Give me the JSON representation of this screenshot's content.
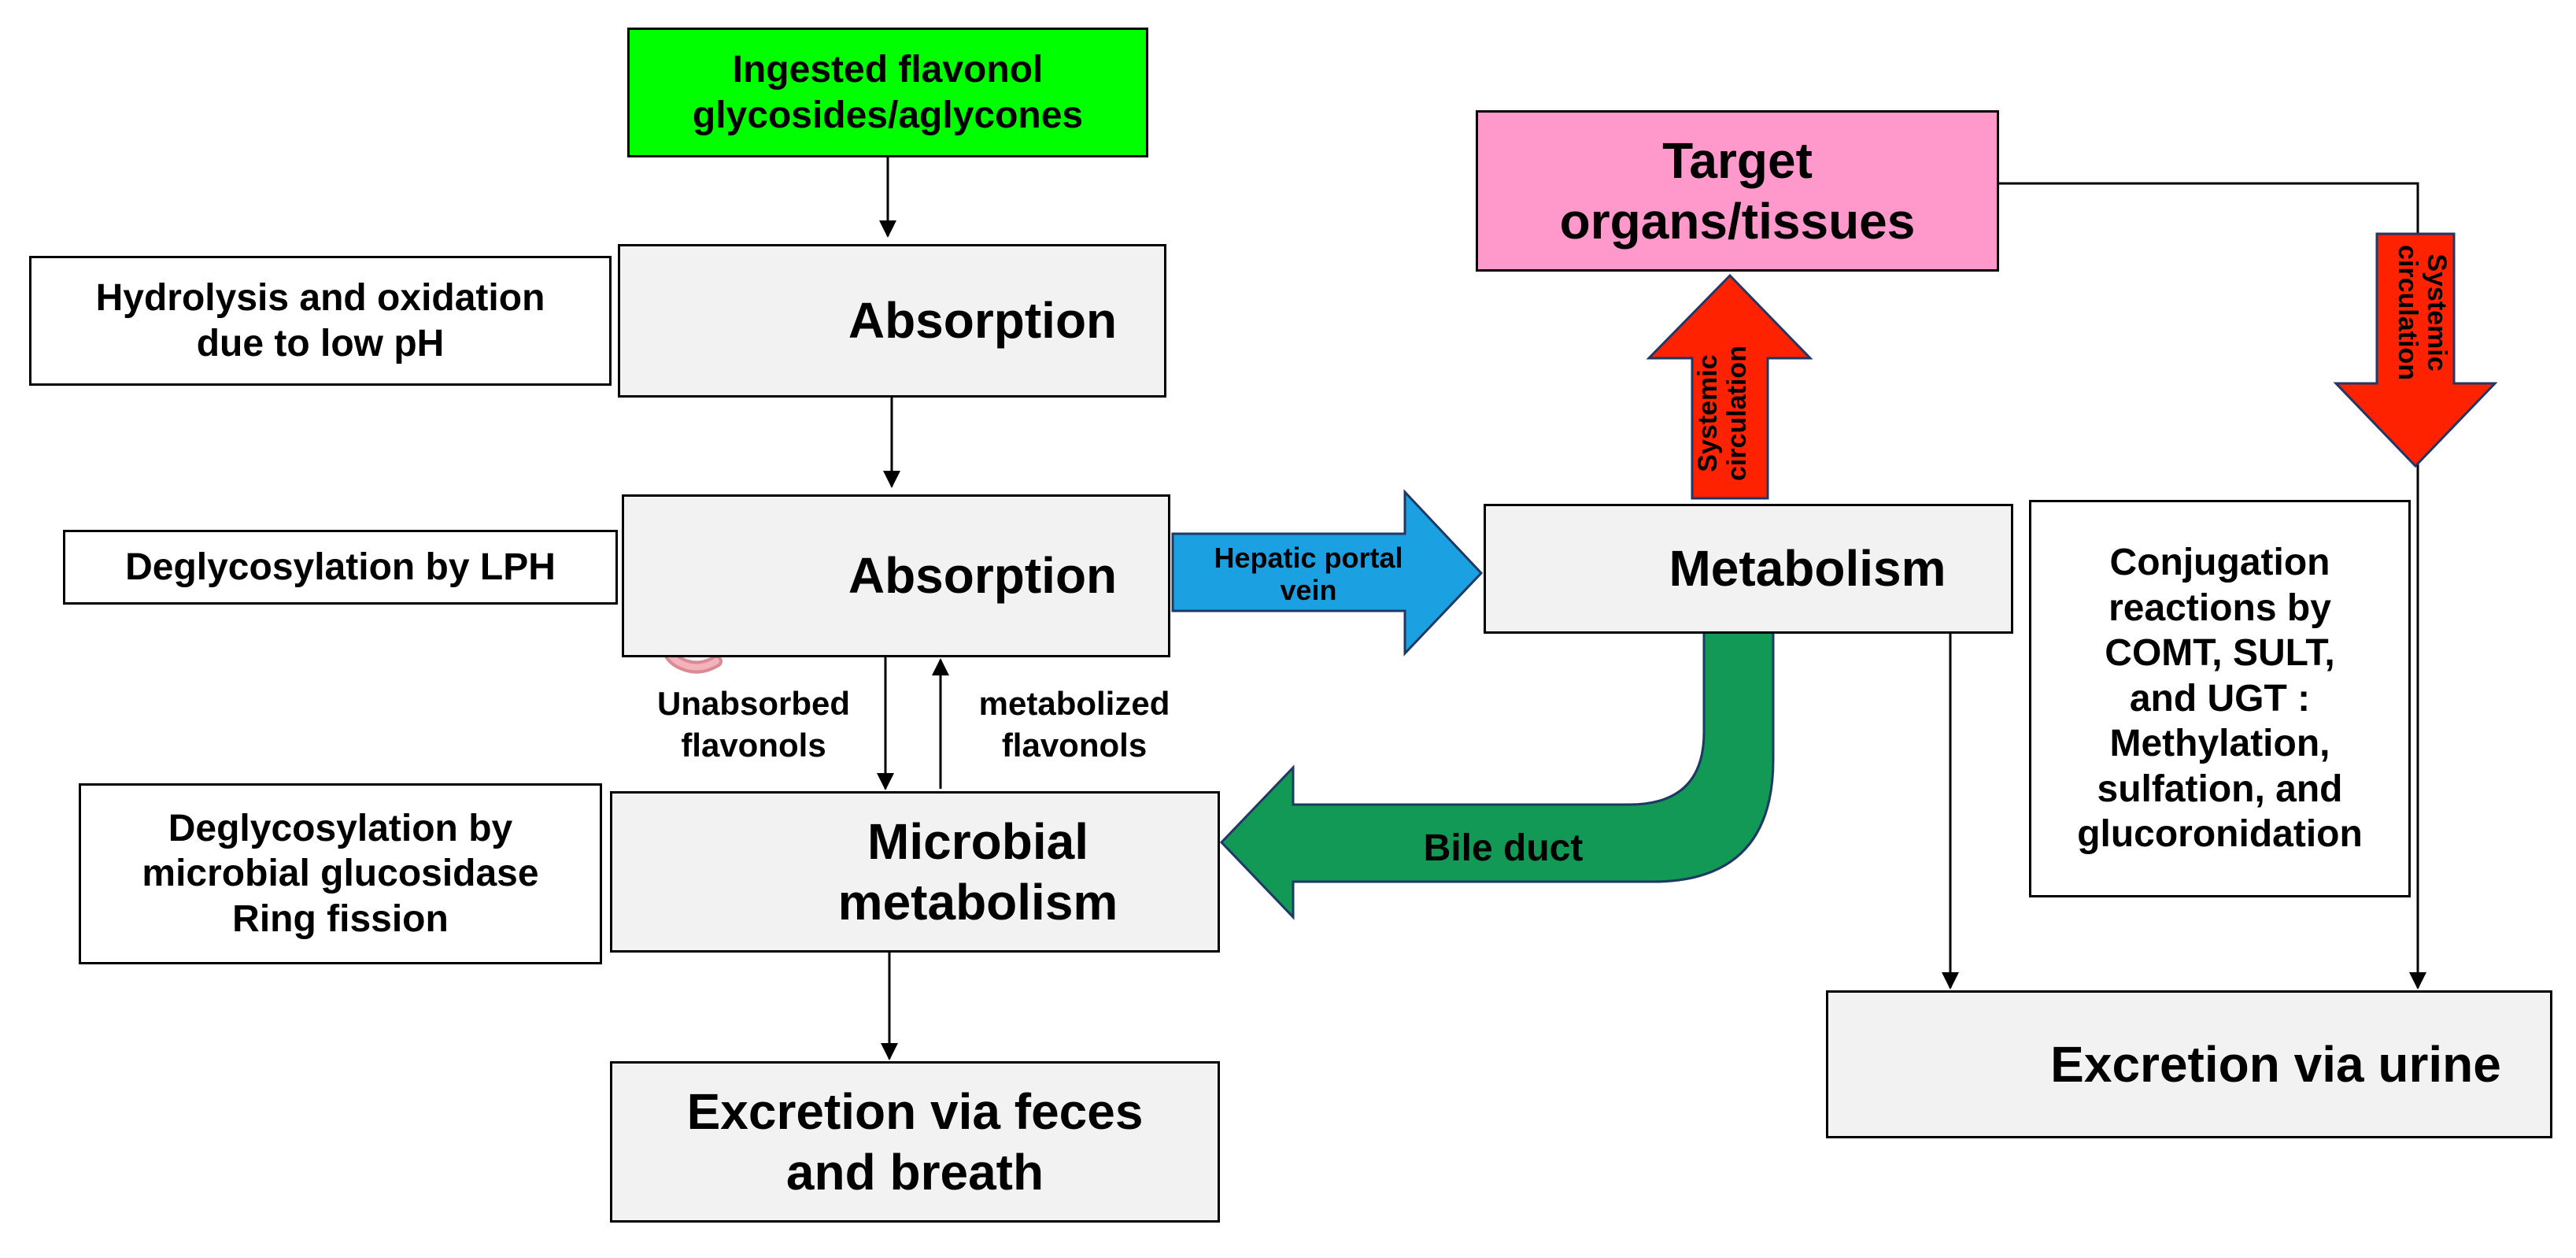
{
  "boxes": {
    "ingested": "Ingested flavonol\nglycosides/aglycones",
    "absorption_stomach": "Absorption",
    "absorption_intestine": "Absorption",
    "microbial": "Microbial\nmetabolism",
    "excretion_feces": "Excretion via feces\nand breath",
    "metabolism": "Metabolism",
    "target": "Target\norgans/tissues",
    "excretion_urine": "Excretion via urine"
  },
  "notes": {
    "hydrolysis": "Hydrolysis and oxidation\ndue to low pH",
    "deglycosylation_lph": "Deglycosylation by LPH",
    "microbial_glucosidase": "Deglycosylation by\nmicrobial glucosidase\nRing fission",
    "conjugation": "Conjugation\nreactions by\nCOMT, SULT,\nand UGT :\nMethylation,\nsulfation, and\nglucoronidation"
  },
  "arrow_labels": {
    "unabsorbed": "Unabsorbed\nflavonols",
    "metabolized": "metabolized\nflavonols",
    "hepatic_portal": "Hepatic portal\nvein",
    "bile_duct": "Bile duct",
    "systemic_up": "Systemic\ncirculation",
    "systemic_down": "Systemic\ncirculation"
  },
  "colors": {
    "ingested_fill": "#00ff00",
    "target_fill": "#ff99cc",
    "box_fill": "#f2f2f2",
    "hepatic_arrow": "#1ba1e2",
    "bile_arrow": "#119955",
    "systemic_arrow": "#ff2200"
  },
  "icons": [
    "stomach-icon",
    "small-intestine-icon",
    "colon-icon",
    "liver-icon",
    "kidneys-icon"
  ]
}
